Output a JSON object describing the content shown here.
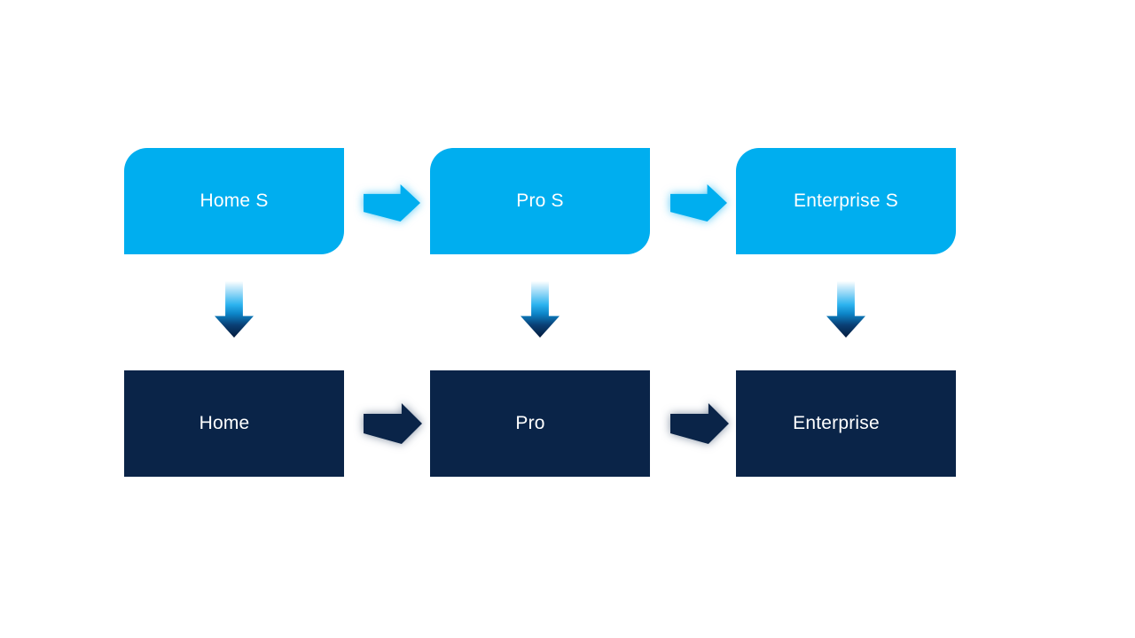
{
  "colors": {
    "background": "#ffffff",
    "primary_blue": "#00aeef",
    "dark_navy": "#0a2448",
    "label_text": "#ffffff"
  },
  "diagram": {
    "top_row": {
      "nodes": [
        {
          "label": "Home S"
        },
        {
          "label": "Pro S"
        },
        {
          "label": "Enterprise S"
        }
      ]
    },
    "bottom_row": {
      "nodes": [
        {
          "label": "Home"
        },
        {
          "label": "Pro"
        },
        {
          "label": "Enterprise"
        }
      ]
    },
    "icons": {
      "right_arrow": "right-arrow-icon",
      "down_arrow": "down-arrow-icon"
    }
  }
}
